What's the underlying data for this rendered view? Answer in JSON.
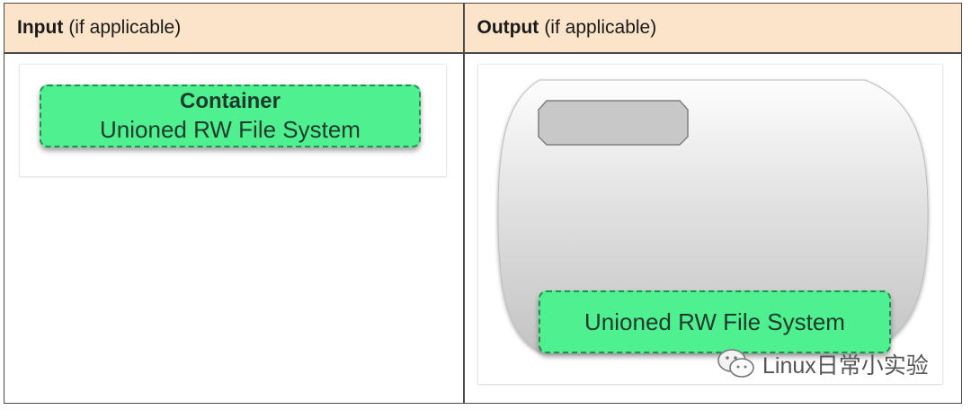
{
  "header": {
    "input_bold": "Input",
    "input_rest": "(if applicable)",
    "output_bold": "Output",
    "output_rest": "(if applicable)"
  },
  "input_panel": {
    "container_title": "Container",
    "container_sub": "Unioned RW File System"
  },
  "output_panel": {
    "layer_label": "Unioned RW File System"
  },
  "watermark": {
    "text": "Linux日常小实验"
  },
  "colors": {
    "header_bg": "#fbe4c9",
    "green_fill": "#4ff08f",
    "green_border": "#2a8a55",
    "gray_block": "#c8c8c8"
  }
}
